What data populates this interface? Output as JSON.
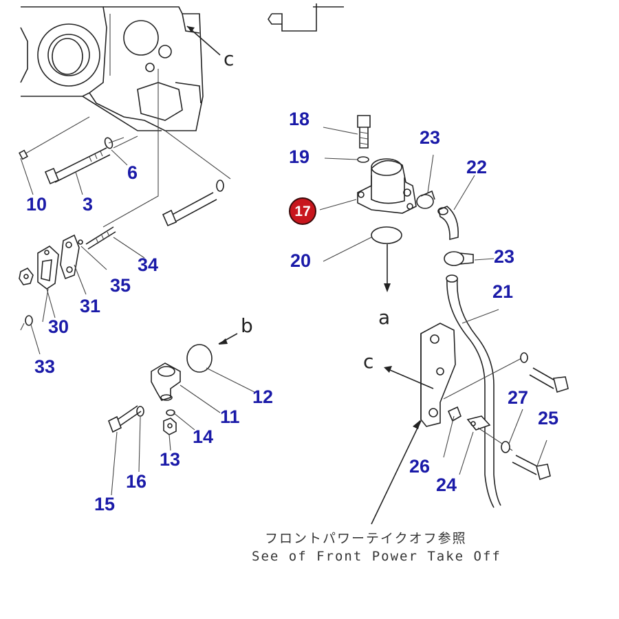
{
  "diagram": {
    "labels": [
      {
        "id": "n10",
        "text": "10"
      },
      {
        "id": "n3",
        "text": "3"
      },
      {
        "id": "n6",
        "text": "6"
      },
      {
        "id": "n34",
        "text": "34"
      },
      {
        "id": "n35",
        "text": "35"
      },
      {
        "id": "n31",
        "text": "31"
      },
      {
        "id": "n30",
        "text": "30"
      },
      {
        "id": "n33",
        "text": "33"
      },
      {
        "id": "n18",
        "text": "18"
      },
      {
        "id": "n19",
        "text": "19"
      },
      {
        "id": "n23a",
        "text": "23"
      },
      {
        "id": "n22",
        "text": "22"
      },
      {
        "id": "n20",
        "text": "20"
      },
      {
        "id": "n23b",
        "text": "23"
      },
      {
        "id": "n21",
        "text": "21"
      },
      {
        "id": "n12",
        "text": "12"
      },
      {
        "id": "n11",
        "text": "11"
      },
      {
        "id": "n14",
        "text": "14"
      },
      {
        "id": "n13",
        "text": "13"
      },
      {
        "id": "n16",
        "text": "16"
      },
      {
        "id": "n15",
        "text": "15"
      },
      {
        "id": "n27",
        "text": "27"
      },
      {
        "id": "n25",
        "text": "25"
      },
      {
        "id": "n26",
        "text": "26"
      },
      {
        "id": "n24",
        "text": "24"
      }
    ],
    "highlighted_part": "17",
    "reference_letters": {
      "c_top": "c",
      "b": "b",
      "a": "a",
      "c_mid": "c"
    },
    "caption_jp": "フロントパワーテイクオフ参照",
    "caption_en": "See of Front Power Take Off",
    "colors": {
      "label": "#1a1aa8",
      "highlight": "#c8161d",
      "line": "#222222"
    }
  }
}
